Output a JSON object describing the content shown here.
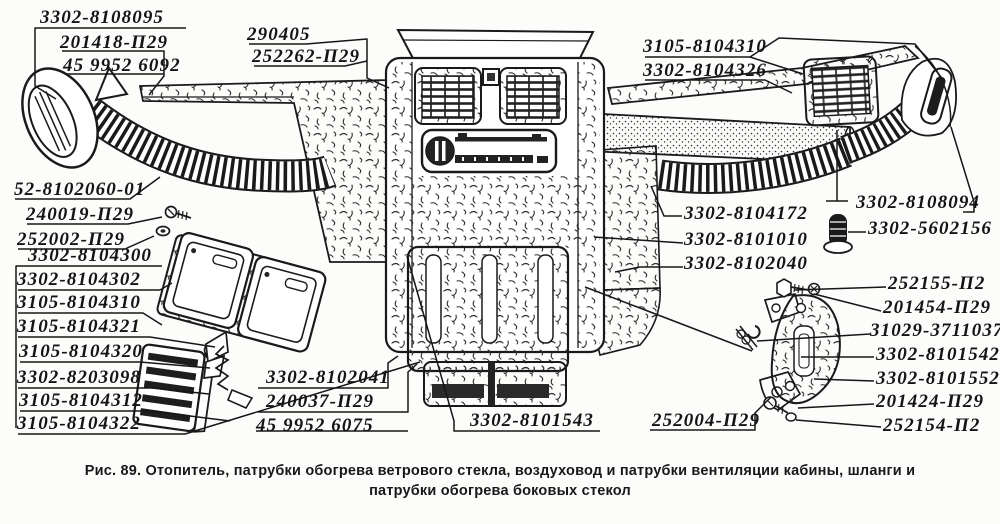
{
  "figure": {
    "caption_line1": "Рис. 89. Отопитель, патрубки обогрева ветрового стекла, воздуховод и патрубки вентиляции кабины, шланги и",
    "caption_line2": "патрубки обогрева боковых стекол"
  },
  "part_labels": [
    "3302-8108095",
    "201418-П29",
    "45 9952 6092",
    "290405",
    "252262-П29",
    "3105-8104310",
    "3302-8104326",
    "52-8102060-01",
    "240019-П29",
    "252002-П29",
    "3302-8104300",
    "3302-8104302",
    "3105-8104310",
    "3105-8104321",
    "3105-8104320",
    "3302-8203098",
    "3105-8104312",
    "3105-8104322",
    "3302-8108094",
    "3302-5602156",
    "3302-8104172",
    "3302-8101010",
    "3302-8102040",
    "252155-П2",
    "201454-П29",
    "31029-3711037",
    "3302-8101542",
    "3302-8101552",
    "201424-П29",
    "252154-П2",
    "3302-8102041",
    "240037-П29",
    "45 9952 6075",
    "3302-8101543",
    "252004-П29"
  ]
}
